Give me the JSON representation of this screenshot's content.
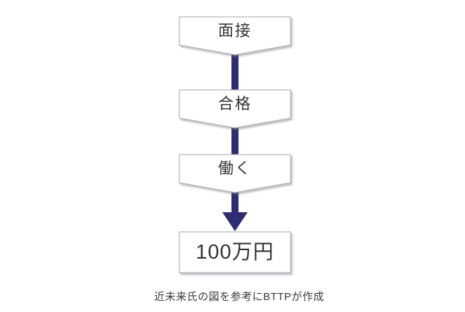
{
  "diagram": {
    "type": "flowchart",
    "direction": "top-down",
    "steps": [
      {
        "id": "interview",
        "label": "面接",
        "shape": "chevron-down-box"
      },
      {
        "id": "pass",
        "label": "合格",
        "shape": "chevron-down-box"
      },
      {
        "id": "work",
        "label": "働く",
        "shape": "chevron-down-box"
      },
      {
        "id": "one-million-yen",
        "label": "100万円",
        "shape": "rectangle-box"
      }
    ],
    "connector_color": "#2e2c72",
    "box_fill_color": "#ffffff",
    "box_border_color": "#b4bac1",
    "text_color": "#333333",
    "caption": "近未来氏の図を参考にBTTPが作成"
  }
}
